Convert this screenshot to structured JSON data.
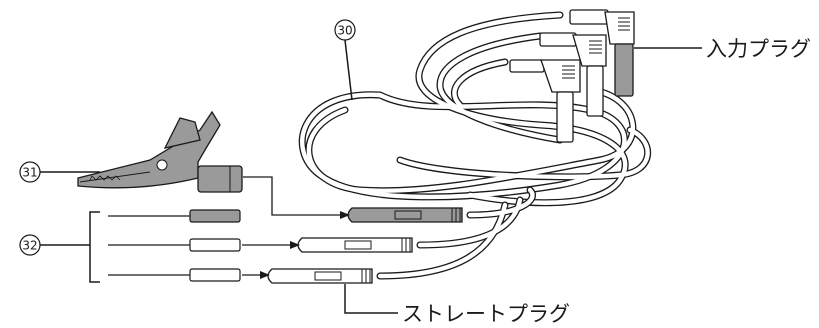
{
  "labels": {
    "input_plug": "入力プラグ",
    "straight_plug": "ストレートプラグ",
    "num_cable": "30",
    "num_clip": "31",
    "num_probes": "32"
  },
  "colors": {
    "line": "#1a1a1a",
    "cable_fill": "#ffffff",
    "plug_gray": "#9a9a9a"
  }
}
